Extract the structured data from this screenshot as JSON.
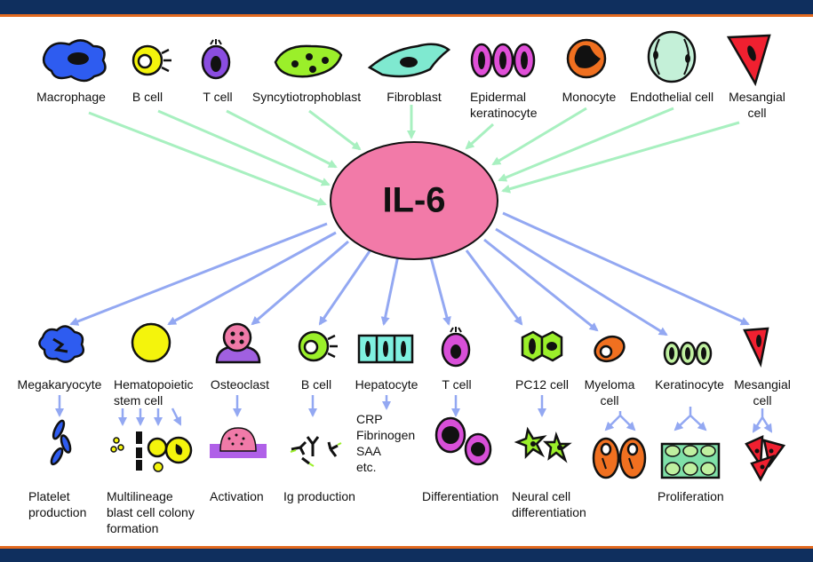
{
  "center": {
    "label": "IL-6"
  },
  "sources": [
    {
      "name": "Macrophage"
    },
    {
      "name": "B cell"
    },
    {
      "name": "T cell"
    },
    {
      "name": "Syncytiotrophoblast"
    },
    {
      "name": "Fibroblast"
    },
    {
      "name": "Epidermal\nkeratinocyte"
    },
    {
      "name": "Monocyte"
    },
    {
      "name": "Endothelial cell"
    },
    {
      "name": "Mesangial\ncell"
    }
  ],
  "targets": [
    {
      "name": "Megakaryocyte",
      "effect": "Platelet\nproduction"
    },
    {
      "name": "Hematopoietic\nstem cell",
      "effect": "Multilineage\nblast cell colony\nformation"
    },
    {
      "name": "Osteoclast",
      "effect": "Activation"
    },
    {
      "name": "B cell",
      "effect": "Ig production"
    },
    {
      "name": "Hepatocyte",
      "effect": "CRP\nFibrinogen\nSAA\netc."
    },
    {
      "name": "T cell",
      "effect": "Differentiation"
    },
    {
      "name": "PC12 cell",
      "effect": "Neural cell\ndifferentiation"
    },
    {
      "name": "Myeloma\ncell",
      "effect": ""
    },
    {
      "name": "Keratinocyte",
      "effect": "Proliferation"
    },
    {
      "name": "Mesangial\ncell",
      "effect": ""
    }
  ],
  "colors": {
    "header": "#0f2f5e",
    "accent": "#e36a1f",
    "center_fill": "#f27aa8",
    "input_arrow": "#a8f0c0",
    "output_arrow": "#93a8f2"
  }
}
